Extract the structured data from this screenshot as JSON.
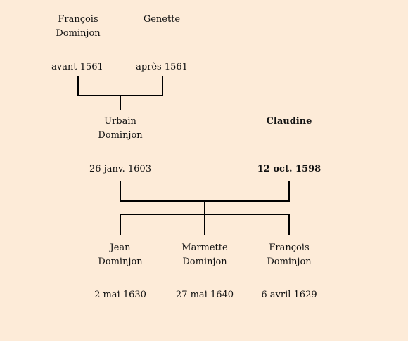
{
  "people": {
    "francois_senior": {
      "name_line1": "François",
      "name_line2": "Dominjon",
      "date": "avant 1561"
    },
    "genette": {
      "name_line1": "Genette",
      "date": "après 1561"
    },
    "urbain": {
      "name_line1": "Urbain",
      "name_line2": "Dominjon",
      "date": "26 janv. 1603"
    },
    "claudine": {
      "name_line1": "Claudine",
      "date": "12 oct. 1598"
    },
    "jean": {
      "name_line1": "Jean",
      "name_line2": "Dominjon",
      "date": "2 mai 1630"
    },
    "marmette": {
      "name_line1": "Marmette",
      "name_line2": "Dominjon",
      "date": "27 mai 1640"
    },
    "francois_junior": {
      "name_line1": "François",
      "name_line2": "Dominjon",
      "date": "6 avril 1629"
    }
  },
  "colors": {
    "background": "#fdebd8",
    "line": "#000000",
    "text": "#111111"
  }
}
